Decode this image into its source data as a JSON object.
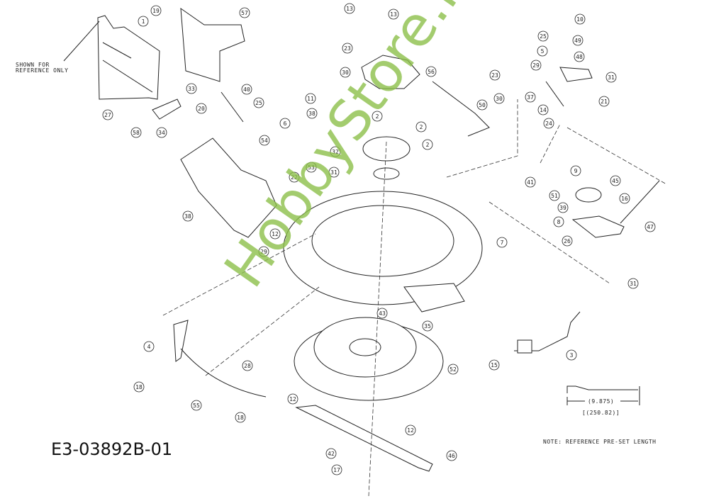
{
  "diagram": {
    "reference_note": [
      "SHOWN FOR",
      "REFERENCE ONLY"
    ],
    "drawing_code": "E3-03892B-01",
    "dimension_in": "(9.875)",
    "dimension_mm": "[(250.82)]",
    "note": "NOTE: REFERENCE PRE-SET LENGTH",
    "watermark": "HobbyStore.it",
    "callouts": [
      "19",
      "1",
      "57",
      "27",
      "58",
      "34",
      "33",
      "40",
      "25",
      "20",
      "54",
      "38",
      "12",
      "13",
      "13",
      "23",
      "30",
      "56",
      "11",
      "38",
      "6",
      "32",
      "2",
      "2",
      "2",
      "50",
      "22",
      "53",
      "31",
      "29",
      "7",
      "10",
      "25",
      "5",
      "49",
      "48",
      "29",
      "31",
      "37",
      "14",
      "21",
      "23",
      "30",
      "24",
      "9",
      "41",
      "45",
      "51",
      "16",
      "39",
      "8",
      "26",
      "47",
      "31",
      "43",
      "35",
      "52",
      "4",
      "18",
      "28",
      "55",
      "18",
      "12",
      "12",
      "42",
      "17",
      "46",
      "15",
      "3"
    ]
  }
}
